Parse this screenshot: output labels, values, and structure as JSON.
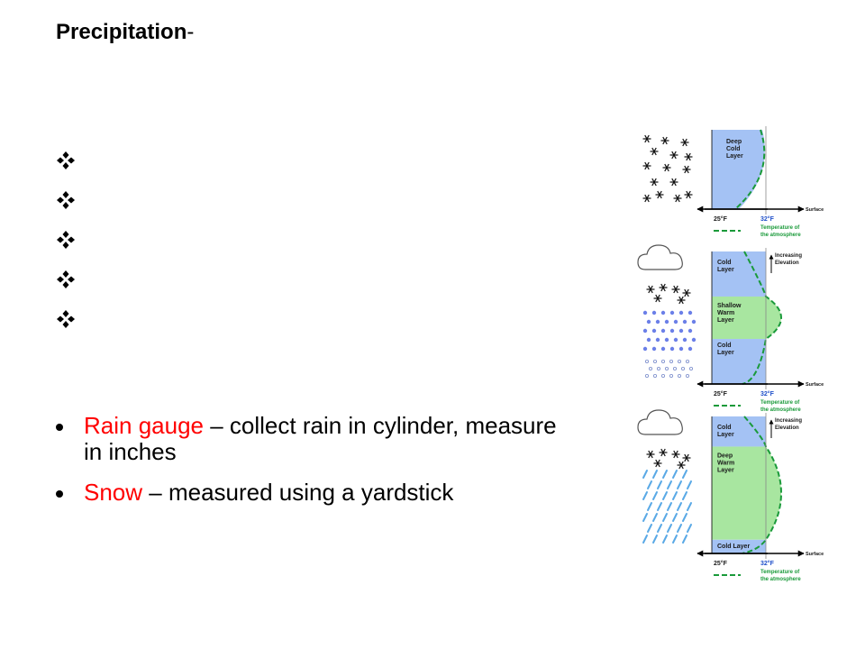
{
  "title": {
    "main": "Precipitation",
    "suffix": "-"
  },
  "diamond_items": [
    "",
    "",
    "",
    "",
    ""
  ],
  "bullets": [
    {
      "term": "Rain gauge",
      "text": " – collect rain in cylinder, measure in inches"
    },
    {
      "term": "Snow",
      "text": " – measured using a yardstick"
    }
  ],
  "diagrams": [
    {
      "layers": [
        "Deep\nCold\nLayer"
      ],
      "temp_cold": "25°F",
      "temp_freeze": "32°F",
      "surface": "Surface",
      "legend": "Temperature of\nthe atmosphere"
    },
    {
      "layers": [
        "Cold\nLayer",
        "Shallow\nWarm\nLayer",
        "Cold\nLayer"
      ],
      "elevation": "Increasing\nElevation",
      "temp_cold": "25°F",
      "temp_freeze": "32°F",
      "surface": "Surface",
      "legend": "Temperature of\nthe atmosphere"
    },
    {
      "layers": [
        "Cold\nLayer",
        "Deep\nWarm\nLayer",
        "Cold Layer"
      ],
      "elevation": "Increasing\nElevation",
      "temp_cold": "25°F",
      "temp_freeze": "32°F",
      "surface": "Surface",
      "legend": "Temperature of\nthe atmosphere"
    }
  ],
  "colors": {
    "accent": "#ff0000",
    "cold": "#a4c2f4",
    "warm": "#a8e6a0",
    "curve": "#1a9a3a"
  }
}
